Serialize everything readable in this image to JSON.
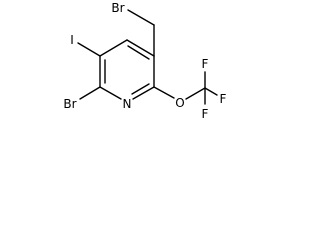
{
  "diagram": {
    "atoms": {
      "br_ch2": "Br",
      "iodine": "I",
      "br_ring": "Br",
      "nitrogen": "N",
      "oxygen": "O",
      "f_top": "F",
      "f_right": "F",
      "f_bottom": "F"
    }
  }
}
